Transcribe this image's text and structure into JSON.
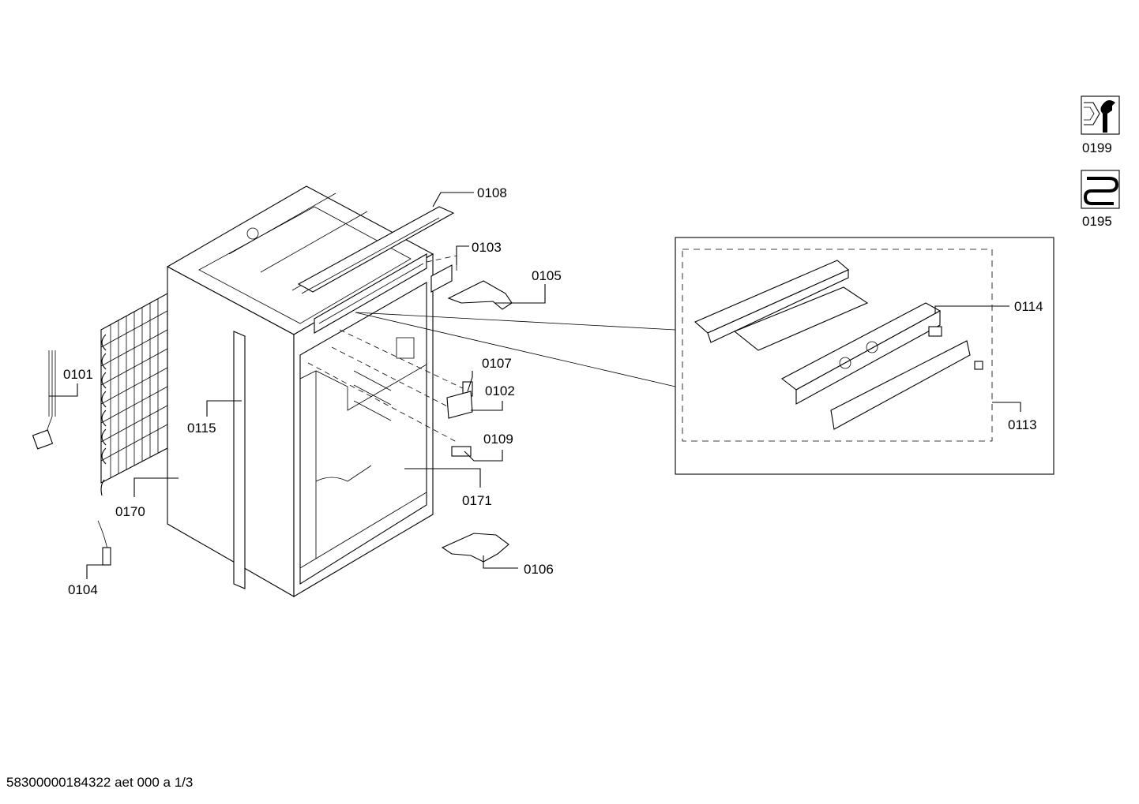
{
  "labels": {
    "p0108": "0108",
    "p0103": "0103",
    "p0105": "0105",
    "p0101": "0101",
    "p0115": "0115",
    "p0107": "0107",
    "p0102": "0102",
    "p0109": "0109",
    "p0170": "0170",
    "p0171": "0171",
    "p0104": "0104",
    "p0106": "0106",
    "p0114": "0114",
    "p0113": "0113",
    "p0199": "0199",
    "p0195": "0195"
  },
  "icons": {
    "service_kit": "wrench-nut-icon",
    "heating_coil": "coil-icon"
  },
  "footer": "58300000184322 aet 000 a 1/3"
}
